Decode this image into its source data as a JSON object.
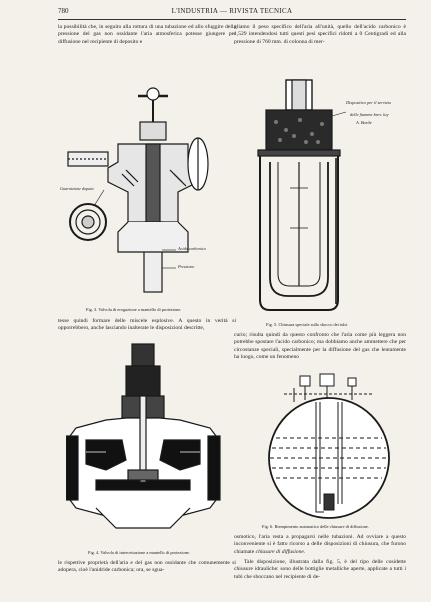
{
  "header": {
    "page_number": "780",
    "journal_title": "L'INDUSTRIA — RIVISTA TECNICA"
  },
  "left_column": {
    "p1": "la possibilità che, in seguito alla rottura di una tubazione ed allo sfuggire della pressione del gas non ossidante l'aria atmosferica potesse giungere per diffusione nel recipiente di deposito e",
    "p2": "tesse quindi formare delle miscele esplosive. A questo in verità si opporrebbero, anche lasciando inalterate le disposizioni descritte,",
    "p3": "le rispettive proprietà dell'aria e del gas non ossidante che comunemente si adopera, cioè l'anidride carbonica; ora, se sgua-"
  },
  "right_column": {
    "p1": "gliamo il peso specifico dell'aria all'unità, quello dell'acido carbonico è 1,529 intendendosi tutti questi pesi specifici ridotti a 0 Centigradi ed alla pressione di 760 mm. di colonna di mer-",
    "p2": "curio; risulta quindi da questo confronto che l'aria come più leggera non potrebbe spostare l'acido carbonico; ma dobbiamo anche ammettere che per circostanze speciali, specialmente per la diffusione del gas che lentamente ha luogo, come un fenomeno",
    "p3_start": "osmotico, l'aria resta a propagarsi nelle tubazioni. Ad ovviare a questo inconveniente si è fatto ricorso a delle disposizioni di chiusura, che furono chiamate ",
    "p3_emph": "chiusure di diffusione",
    "p3_end": ".",
    "p4": "Tale disposizione, illustrata dalla fig. 5, è del tipo delle cosidette chiusure idrauliche: sono delle bottiglie metalliche aperte, applicate a tutti i tubi che sboccano nel recipiente di de-"
  },
  "figures": {
    "fig3": {
      "caption": "Fig. 3. Valvola di erogazione a mantello di protezione.",
      "labels": [
        "Guarnizione dopata",
        "Acido carbonico",
        "Pressione"
      ]
    },
    "fig4": {
      "caption": "Fig. 4. Valvola di intercettazione a mantello di protezione."
    },
    "fig5": {
      "caption": "Fig. 5. Chiusura speciale sullo sbocco dei tubi.",
      "labels": [
        "Dispositivo per il servizio",
        "delle fiamme brev. lay",
        "A. Bartle"
      ]
    },
    "fig6": {
      "caption": "Fig. 6. Riempimento automatico delle chiusure di diffusione."
    }
  }
}
